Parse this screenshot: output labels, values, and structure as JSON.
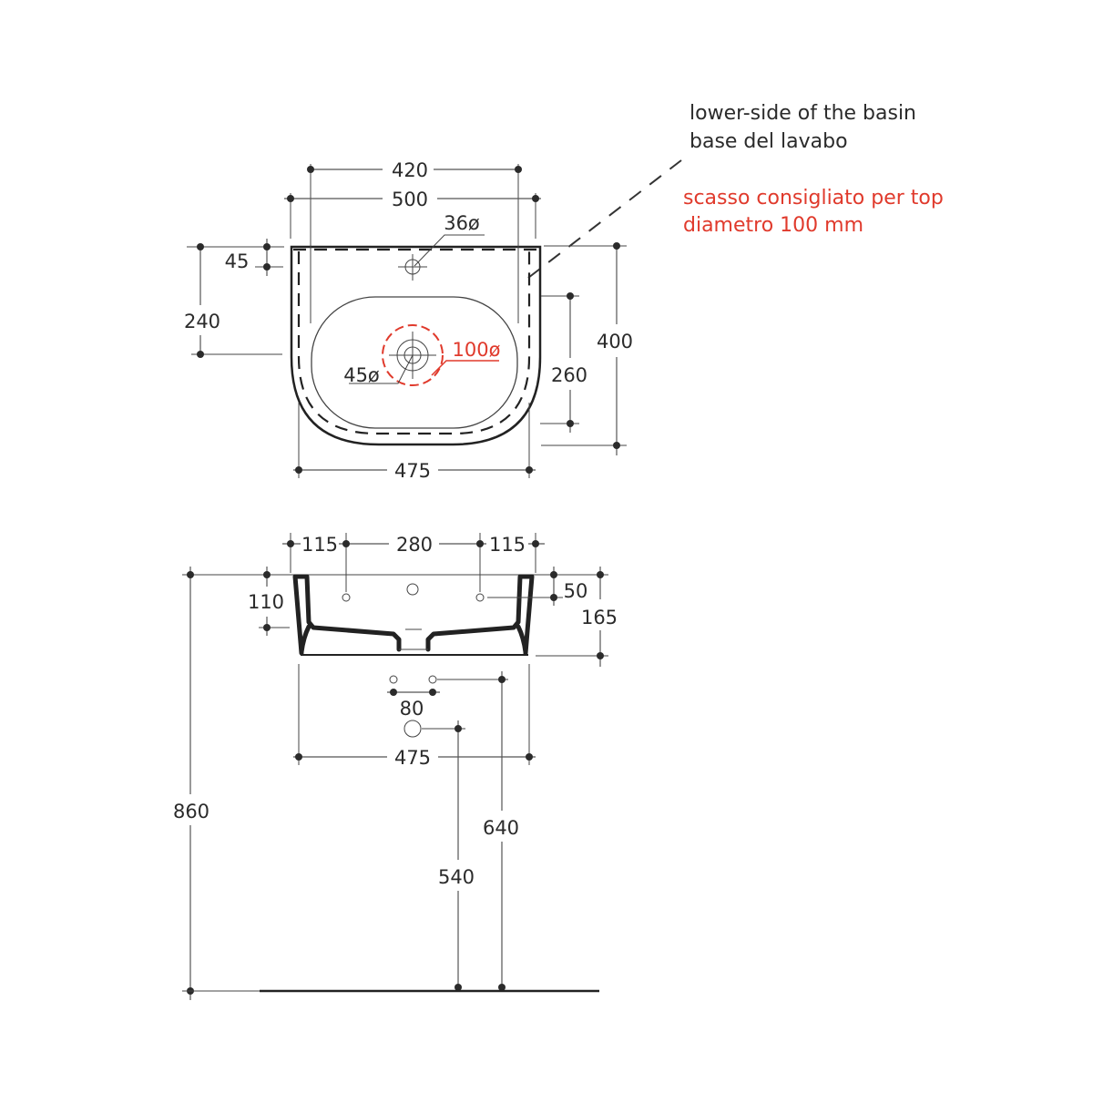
{
  "notes": {
    "lower_side_en": "lower-side of the basin",
    "lower_side_it": "base del lavabo",
    "cutout_line1": "scasso consigliato per top",
    "cutout_line2": "diametro 100 mm"
  },
  "top_view": {
    "width_420": "420",
    "width_500": "500",
    "tap_hole": "36ø",
    "dim_45": "45",
    "dim_240": "240",
    "dim_400": "400",
    "dim_260": "260",
    "waste_cutout": "100ø",
    "waste": "45ø",
    "width_475": "475"
  },
  "side_view": {
    "dim_115_left": "115",
    "dim_280": "280",
    "dim_115_right": "115",
    "dim_110": "110",
    "dim_50": "50",
    "dim_165": "165",
    "dim_80": "80",
    "width_475": "475",
    "height_860": "860",
    "height_640": "640",
    "height_540": "540"
  },
  "colors": {
    "accent": "#e03a2c",
    "line": "#222222"
  }
}
